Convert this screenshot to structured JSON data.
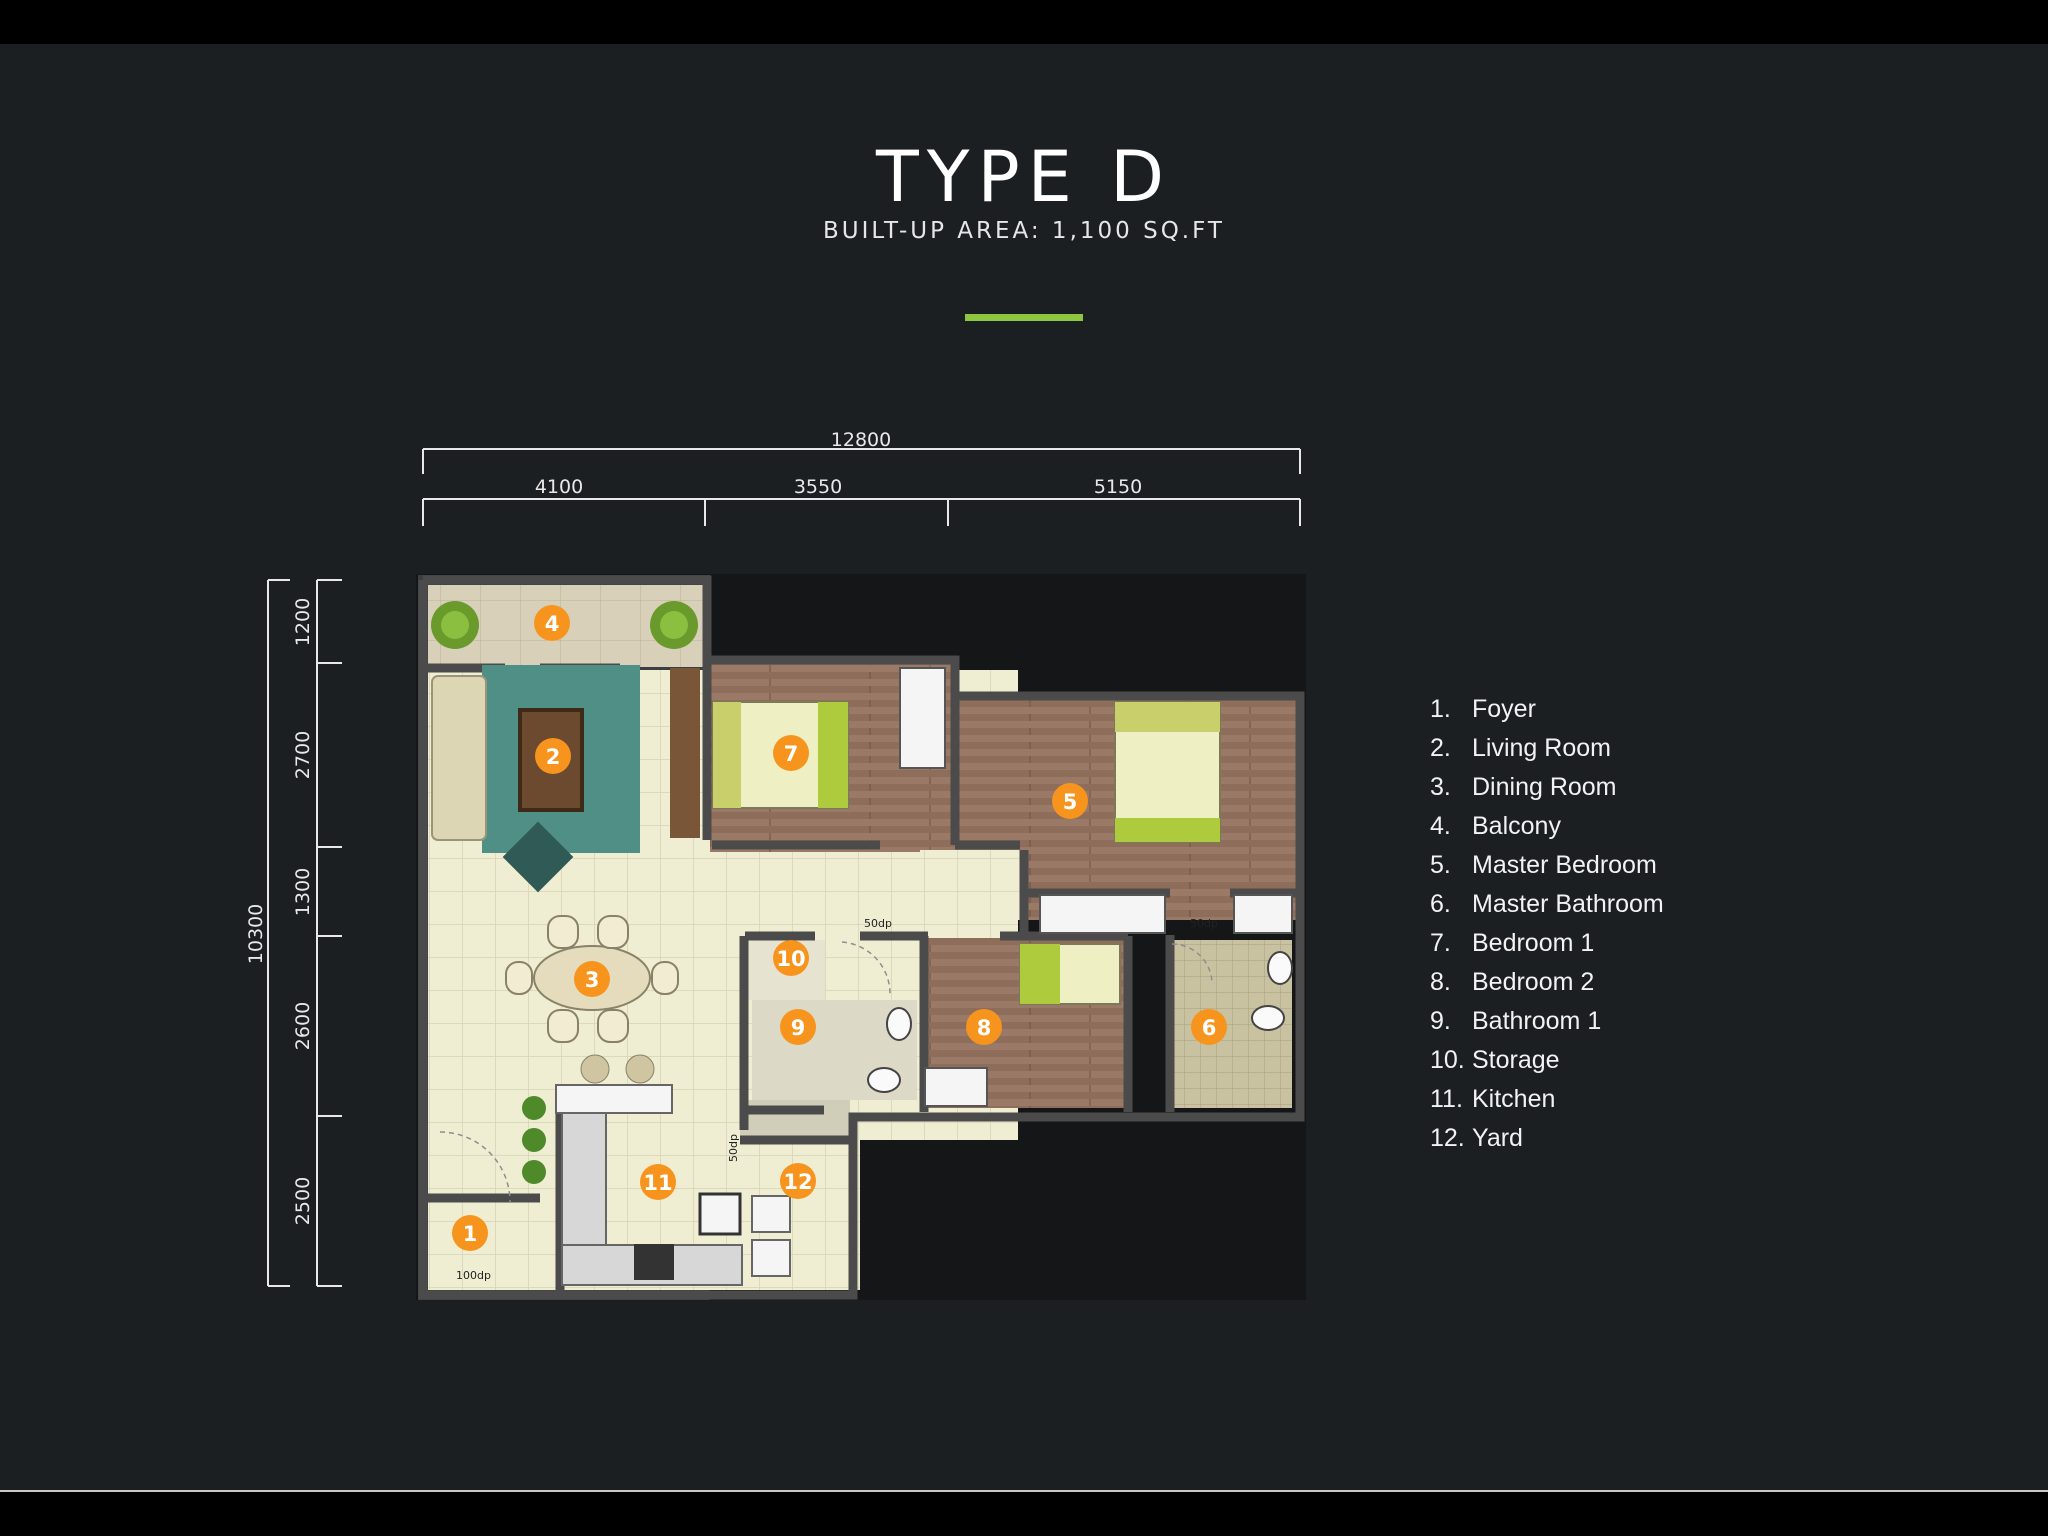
{
  "header": {
    "title": "TYPE D",
    "subtitle": "BUILT-UP AREA: 1,100 SQ.FT"
  },
  "colors": {
    "background": "#1b1f22",
    "accent": "#8dc63f",
    "marker": "#f7941d",
    "wood_floor": "#8c6c58",
    "tile_floor": "#ecebcf",
    "carpet": "#4e8f86",
    "walls": "#4a4a4a"
  },
  "dimensions": {
    "overall_width": "12800",
    "width_segments": [
      "4100",
      "3550",
      "5150"
    ],
    "overall_depth": "10300",
    "depth_segments": [
      "1200",
      "2700",
      "1300",
      "2600",
      "2500"
    ]
  },
  "plan_notes": {
    "door_main": "100dp",
    "door_dining": "50dp",
    "door_master": "50dp",
    "door_kitchen": "50dp"
  },
  "markers": [
    "1",
    "2",
    "3",
    "4",
    "5",
    "6",
    "7",
    "8",
    "9",
    "10",
    "11",
    "12"
  ],
  "legend": [
    {
      "num": "1.",
      "label": "Foyer"
    },
    {
      "num": "2.",
      "label": "Living Room"
    },
    {
      "num": "3.",
      "label": "Dining Room"
    },
    {
      "num": "4.",
      "label": "Balcony"
    },
    {
      "num": "5.",
      "label": "Master Bedroom"
    },
    {
      "num": "6.",
      "label": "Master Bathroom"
    },
    {
      "num": "7.",
      "label": "Bedroom 1"
    },
    {
      "num": "8.",
      "label": "Bedroom 2"
    },
    {
      "num": "9.",
      "label": "Bathroom 1"
    },
    {
      "num": "10.",
      "label": "Storage"
    },
    {
      "num": "11.",
      "label": "Kitchen"
    },
    {
      "num": "12.",
      "label": "Yard"
    }
  ]
}
